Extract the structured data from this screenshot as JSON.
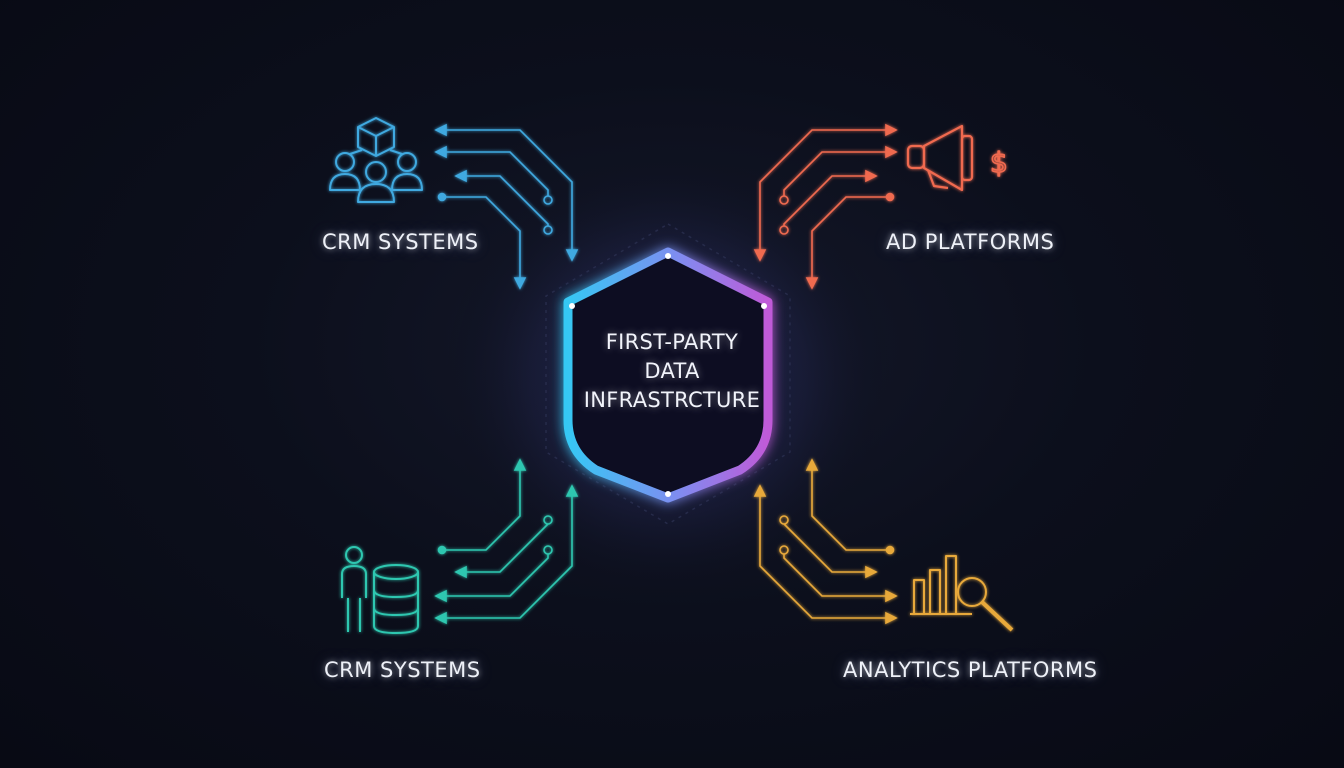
{
  "center": {
    "lines": [
      "FIRST-PARTY",
      "DATA",
      "INFRASTRCTURE"
    ]
  },
  "nodes": {
    "top_left": {
      "label": "CRM SYSTEMS",
      "icon": "people-cube-icon",
      "color": "#3fa9e0"
    },
    "top_right": {
      "label": "AD PLATFORMS",
      "icon": "megaphone-dollar-icon",
      "color": "#f06a50"
    },
    "bottom_left": {
      "label": "CRM SYSTEMS",
      "icon": "person-database-icon",
      "color": "#2ec7b0"
    },
    "bottom_right": {
      "label": "ANALYTICS PLATFORMS",
      "icon": "bar-chart-magnifier-icon",
      "color": "#e8a93a"
    }
  },
  "colors": {
    "shield_gradient_start": "#36c8f4",
    "shield_gradient_end": "#c05ad8",
    "background": "#0c0f1c"
  }
}
